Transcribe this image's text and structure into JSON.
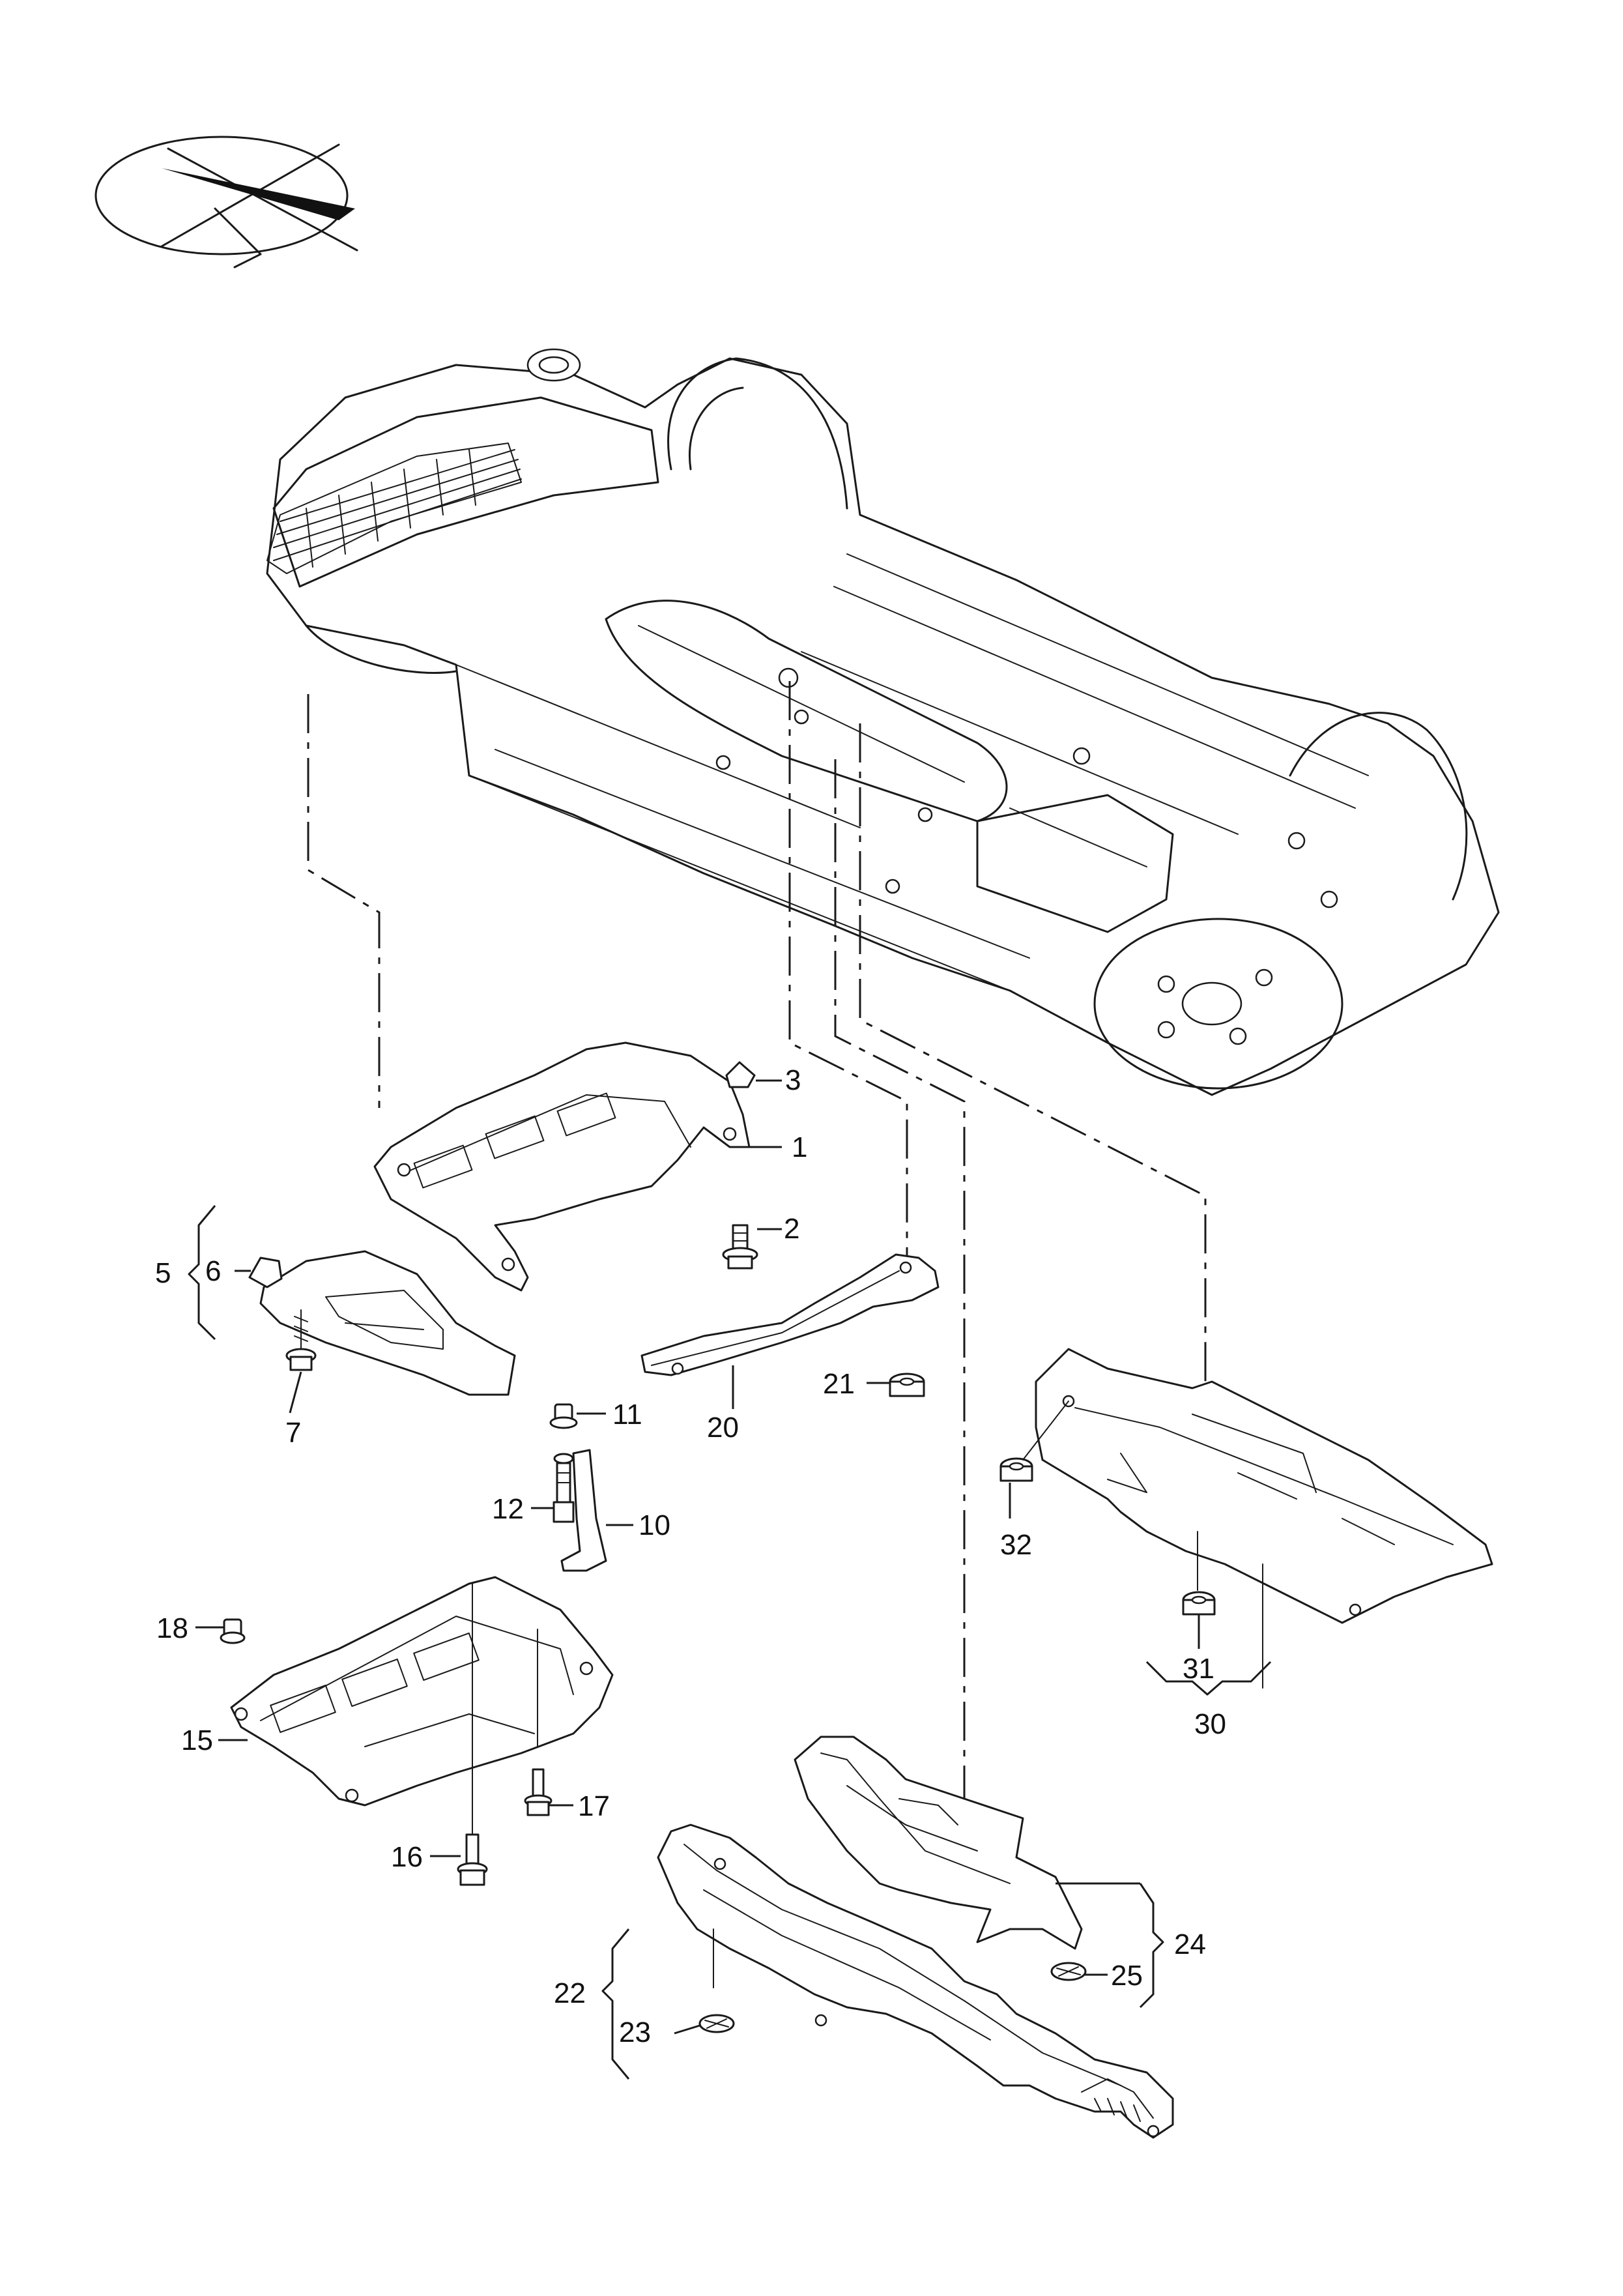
{
  "callouts": {
    "c1": "1",
    "c2": "2",
    "c3": "3",
    "c5": "5",
    "c6": "6",
    "c7": "7",
    "c10": "10",
    "c11": "11",
    "c12": "12",
    "c15": "15",
    "c16": "16",
    "c17": "17",
    "c18": "18",
    "c20": "20",
    "c21": "21",
    "c22": "22",
    "c23": "23",
    "c24": "24",
    "c25": "25",
    "c30": "30",
    "c31": "31",
    "c32": "32"
  },
  "icons": {
    "view_orientation": "view-direction-icon",
    "vehicle": "vehicle-underbody",
    "fastener": "bolt-icon"
  },
  "colors": {
    "line": "#1a1a1a",
    "background": "#ffffff"
  }
}
